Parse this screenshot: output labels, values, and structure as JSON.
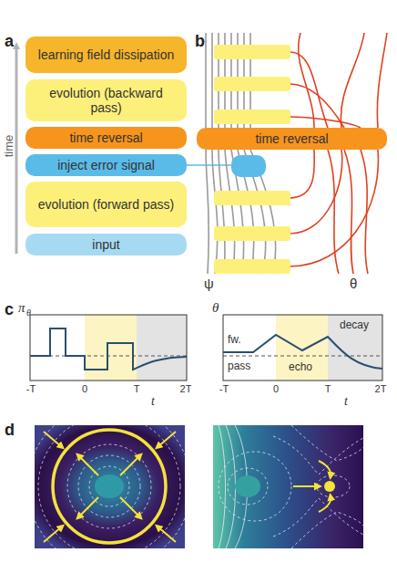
{
  "diagram": {
    "nodes": [
      {
        "text": [
          "learning field dissipation"
        ]
      },
      {
        "text": [
          "evolution (backward pass)"
        ]
      },
      {
        "text": [
          "time reversal"
        ]
      },
      {
        "text": [
          "inject error signal"
        ]
      },
      {
        "text": [
          "evolution (forward pass)"
        ]
      },
      {
        "text": [
          "input"
        ]
      },
      {
        "text": [
          "time reversal"
        ]
      }
    ],
    "labels": [
      "a",
      "time",
      "b",
      "ψ",
      "θ",
      "c",
      "π",
      "θ",
      "-T",
      "0",
      "T",
      "2T",
      "t",
      "θ",
      "-T",
      "0",
      "T",
      "2T",
      "t",
      "fw.",
      "pass",
      "echo",
      "decay",
      "d"
    ]
  }
}
